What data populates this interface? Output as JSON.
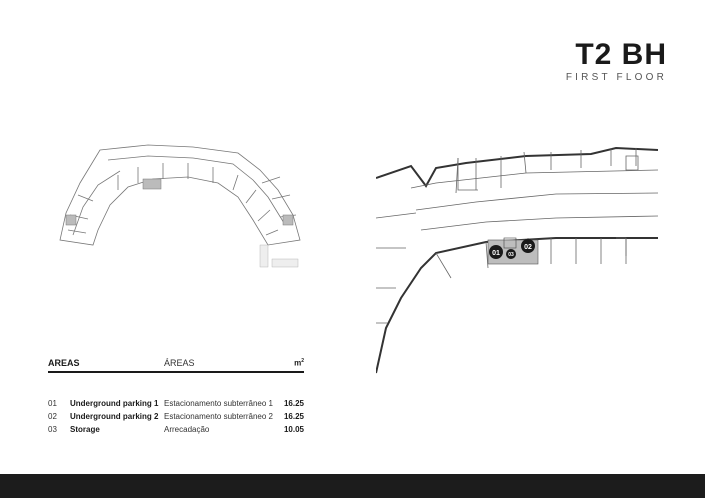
{
  "header": {
    "title": "T2 BH",
    "subtitle": "FIRST FLOOR"
  },
  "plan_right": {
    "labels": [
      "01",
      "03",
      "02"
    ]
  },
  "areas": {
    "heading_en": "AREAS",
    "heading_pt": "ÁREAS",
    "unit": "m",
    "unit_sup": "2",
    "rows": [
      {
        "num": "01",
        "en": "Underground parking 1",
        "pt": "Estacionamento subterrâneo 1",
        "value": "16.25"
      },
      {
        "num": "02",
        "en": "Underground parking 2",
        "pt": "Estacionamento subterrâneo 2",
        "value": "16.25"
      },
      {
        "num": "03",
        "en": "Storage",
        "pt": "Arrecadação",
        "value": "10.05"
      }
    ]
  }
}
